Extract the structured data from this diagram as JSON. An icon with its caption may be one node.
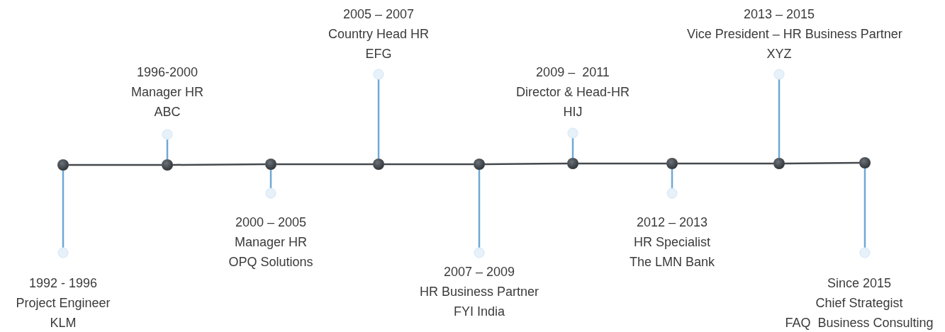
{
  "diagram": {
    "nodes": [
      {
        "text": [],
        "shape": "circle"
      },
      {
        "text": [],
        "shape": "circle"
      },
      {
        "text": [],
        "shape": "circle"
      },
      {
        "text": [],
        "shape": "circle"
      },
      {
        "text": [],
        "shape": "circle"
      },
      {
        "text": [],
        "shape": "circle"
      },
      {
        "text": [],
        "shape": "circle"
      },
      {
        "text": [],
        "shape": "circle"
      },
      {
        "text": [],
        "shape": "circle"
      },
      {
        "text": [],
        "shape": "circle",
        "beside": [
          "1992 - 1996",
          "Project Engineer",
          "KLM"
        ]
      },
      {
        "text": [],
        "shape": "circle",
        "beside": [
          "1996-2000",
          "Manager HR",
          "ABC"
        ]
      },
      {
        "text": [],
        "shape": "circle",
        "beside": [
          "2000 – 2005",
          "Manager HR",
          "OPQ Solutions"
        ]
      },
      {
        "text": [],
        "shape": "circle",
        "beside": [
          "2005 – 2007",
          "Country Head HR",
          "EFG"
        ]
      },
      {
        "text": [],
        "shape": "circle",
        "beside": [
          "2007 – 2009",
          "HR Business Partner",
          "FYI India"
        ]
      },
      {
        "text": [],
        "shape": "circle",
        "beside": [
          "2009 –  2011",
          "Director & Head-HR",
          "HIJ"
        ]
      },
      {
        "text": [],
        "shape": "circle",
        "beside": [
          "2012 – 2013",
          "HR Specialist",
          "The LMN Bank"
        ]
      },
      {
        "text": [],
        "shape": "circle",
        "beside": [
          "2013 – 2015",
          "Vice President – HR Business Partner",
          "XYZ"
        ]
      },
      {
        "text": [],
        "shape": "circle",
        "beside": [
          "Since 2015",
          "Chief Strategist",
          "FAQ  Business Consulting"
        ]
      }
    ],
    "edges": [
      {
        "from": 0,
        "to": 1,
        "arrow": "none",
        "color": "#45494d"
      },
      {
        "from": 1,
        "to": 2,
        "arrow": "none",
        "color": "#45494d"
      },
      {
        "from": 2,
        "to": 3,
        "arrow": "none",
        "color": "#45494d"
      },
      {
        "from": 3,
        "to": 4,
        "arrow": "none",
        "color": "#45494d"
      },
      {
        "from": 4,
        "to": 5,
        "arrow": "none",
        "color": "#45494d"
      },
      {
        "from": 5,
        "to": 6,
        "arrow": "none",
        "color": "#45494d"
      },
      {
        "from": 6,
        "to": 7,
        "arrow": "none",
        "color": "#45494d"
      },
      {
        "from": 7,
        "to": 8,
        "arrow": "none",
        "color": "#45494d"
      },
      {
        "from": 0,
        "to": 9,
        "arrow": "none"
      },
      {
        "from": 1,
        "to": 10,
        "arrow": "none"
      },
      {
        "from": 2,
        "to": 11,
        "arrow": "none"
      },
      {
        "from": 3,
        "to": 12,
        "arrow": "none"
      },
      {
        "from": 4,
        "to": 13,
        "arrow": "none"
      },
      {
        "from": 5,
        "to": 14,
        "arrow": "none"
      },
      {
        "from": 6,
        "to": 15,
        "arrow": "none"
      },
      {
        "from": 7,
        "to": 16,
        "arrow": "none"
      },
      {
        "from": 8,
        "to": 17,
        "arrow": "none"
      }
    ]
  }
}
